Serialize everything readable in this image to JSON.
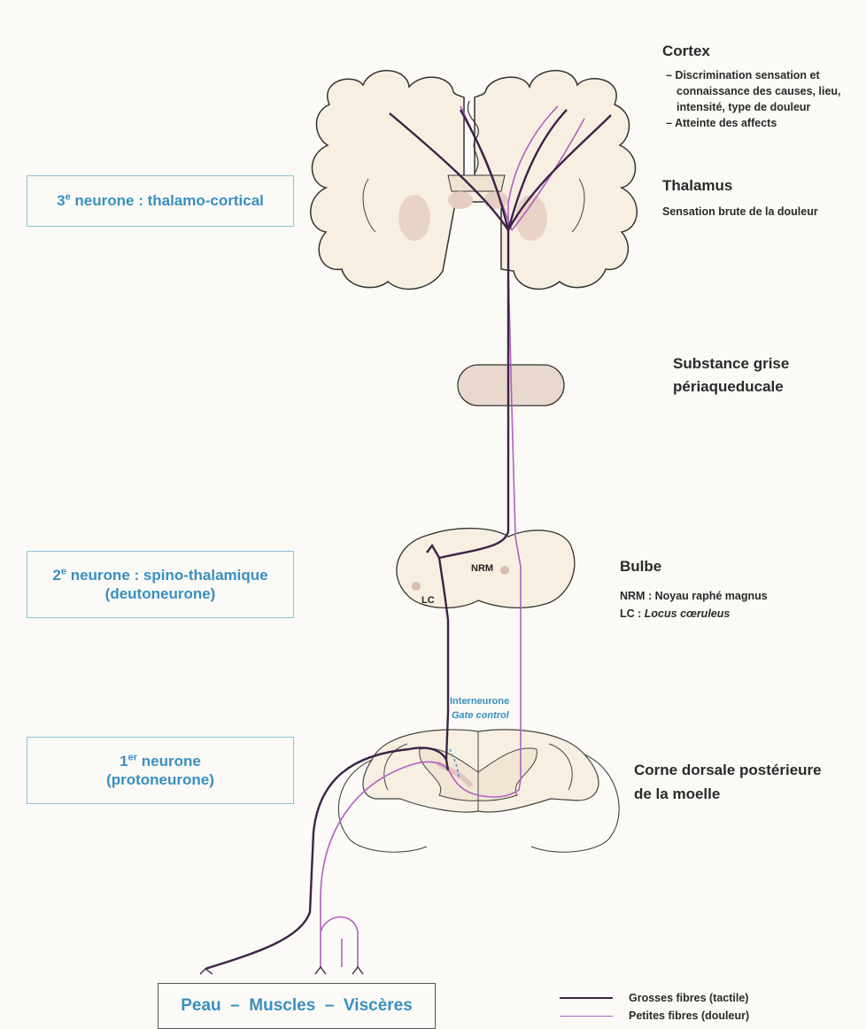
{
  "boxes": {
    "third_neuron": {
      "sup": "e",
      "pre": "3",
      "text": " neurone : thalamo-cortical"
    },
    "second_neuron": {
      "pre": "2",
      "sup": "e",
      "text": " neurone : spino-thalamique",
      "line2": "(deutoneurone)"
    },
    "first_neuron": {
      "pre": "1",
      "sup": "er",
      "text": " neurone",
      "line2": "(protoneurone)"
    },
    "periphery": "Peau  –  Muscles  –  Viscères"
  },
  "labels": {
    "cortex_title": "Cortex",
    "cortex_item1_line1": "– Discrimination sensation et",
    "cortex_item1_line2": "connaissance des causes, lieu,",
    "cortex_item1_line3": "intensité, type de douleur",
    "cortex_item2": "– Atteinte des affects",
    "thalamus_title": "Thalamus",
    "thalamus_desc": "Sensation brute de la douleur",
    "sgp_line1": "Substance grise",
    "sgp_line2": "périaqueducale",
    "bulbe_title": "Bulbe",
    "bulbe_nrm": "NRM : Noyau raphé magnus",
    "bulbe_lc_prefix": "LC : ",
    "bulbe_lc_name": "Locus cœruleus",
    "corne_line1": "Corne dorsale postérieure",
    "corne_line2": "de la moelle"
  },
  "inner_labels": {
    "nrm": "NRM",
    "lc": "LC",
    "interneurone": "Interneurone",
    "gate_control": "Gate control"
  },
  "legend": [
    {
      "label": "Grosses fibres (tactile)",
      "color": "#3d2346"
    },
    {
      "label": "Petites fibres (douleur)",
      "color": "#b15fc0"
    }
  ],
  "colors": {
    "thick_fiber": "#3d2346",
    "thin_fiber": "#b15fc0",
    "box_border": "#8cc3dc",
    "box_text": "#3a8fc0",
    "tissue": "#f7f0e2",
    "nucleus": "#e9d3c7"
  }
}
